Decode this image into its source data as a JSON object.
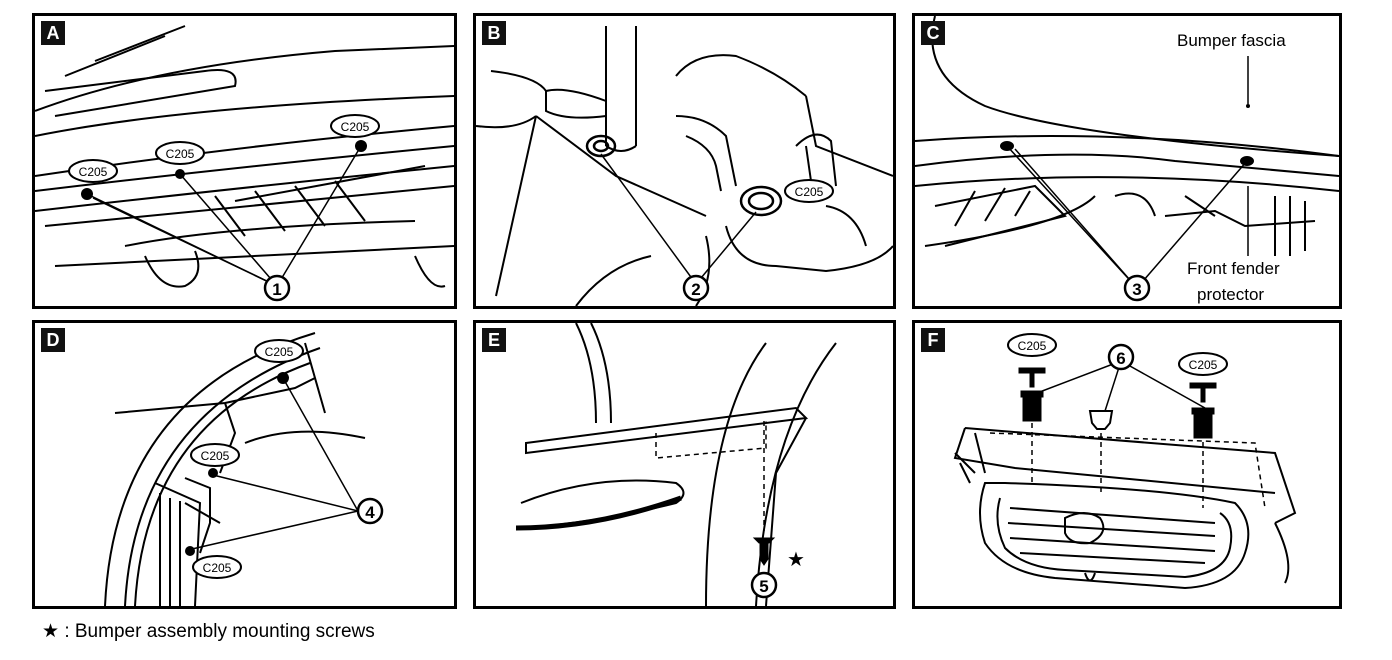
{
  "panels": {
    "A": {
      "label": "A",
      "callout": "C205",
      "number": "1"
    },
    "B": {
      "label": "B",
      "callout": "C205",
      "number": "2"
    },
    "C": {
      "label": "C",
      "number": "3",
      "bumper_fascia": "Bumper fascia",
      "fender_1": "Front fender",
      "fender_2": "protector"
    },
    "D": {
      "label": "D",
      "callout": "C205",
      "number": "4"
    },
    "E": {
      "label": "E",
      "number": "5",
      "star": "★"
    },
    "F": {
      "label": "F",
      "callout": "C205",
      "number": "6"
    }
  },
  "footer": {
    "star": "★",
    "text": " : Bumper assembly mounting screws"
  }
}
